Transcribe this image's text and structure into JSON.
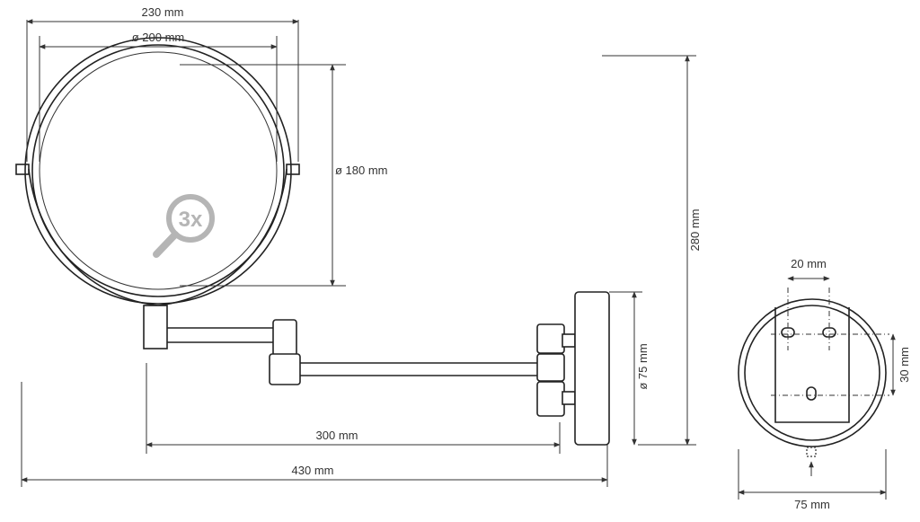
{
  "dimensions": {
    "width_230": "230 mm",
    "dia_200": "ø 200 mm",
    "dia_180": "ø 180 mm",
    "height_280": "280 mm",
    "arm_300": "300 mm",
    "total_430": "430 mm",
    "dia_75": "ø 75 mm",
    "plate_20": "20 mm",
    "plate_30": "30 mm",
    "plate_75": "75 mm"
  },
  "magnification": {
    "label": "3x",
    "icon": "magnifier-icon"
  },
  "colors": {
    "line": "#222222",
    "icon": "#b0b0b0",
    "text": "#333333"
  }
}
